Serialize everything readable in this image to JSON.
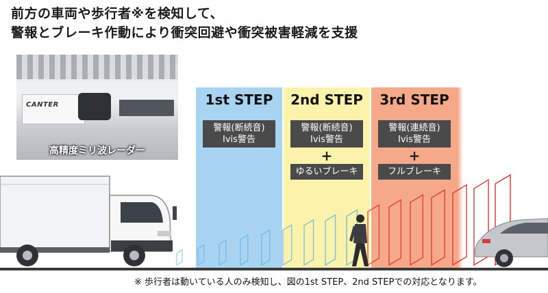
{
  "headline": {
    "line1": "前方の車両や歩行者※を検知して、",
    "line2": "警報とブレーキ作動により衝突回避や衝突被害軽減を支援"
  },
  "radar_photo": {
    "brand": "CANTER",
    "caption": "高精度ミリ波レーダー"
  },
  "steps": [
    {
      "title": "1st STEP",
      "alert": "警報(断続音)",
      "ivis": "Ivis警告",
      "brake": ""
    },
    {
      "title": "2nd STEP",
      "alert": "警報(断続音)",
      "ivis": "Ivis警告",
      "plus": "+",
      "brake": "ゆるいブレーキ"
    },
    {
      "title": "3rd STEP",
      "alert": "警報(連続音)",
      "ivis": "Ivis警告",
      "plus": "+",
      "brake": "フルブレーキ"
    }
  ],
  "colors": {
    "step1": "#a8d4f2",
    "step2": "#fbf3ac",
    "step3": "#f6a988",
    "box": "#4a4a4a",
    "wave_blue": "#5aaee0",
    "wave_red": "#e03030"
  },
  "footnote": "※ 歩行者は動いている人のみ検知し、図の1st STEP、2nd STEPでの対応となります。"
}
